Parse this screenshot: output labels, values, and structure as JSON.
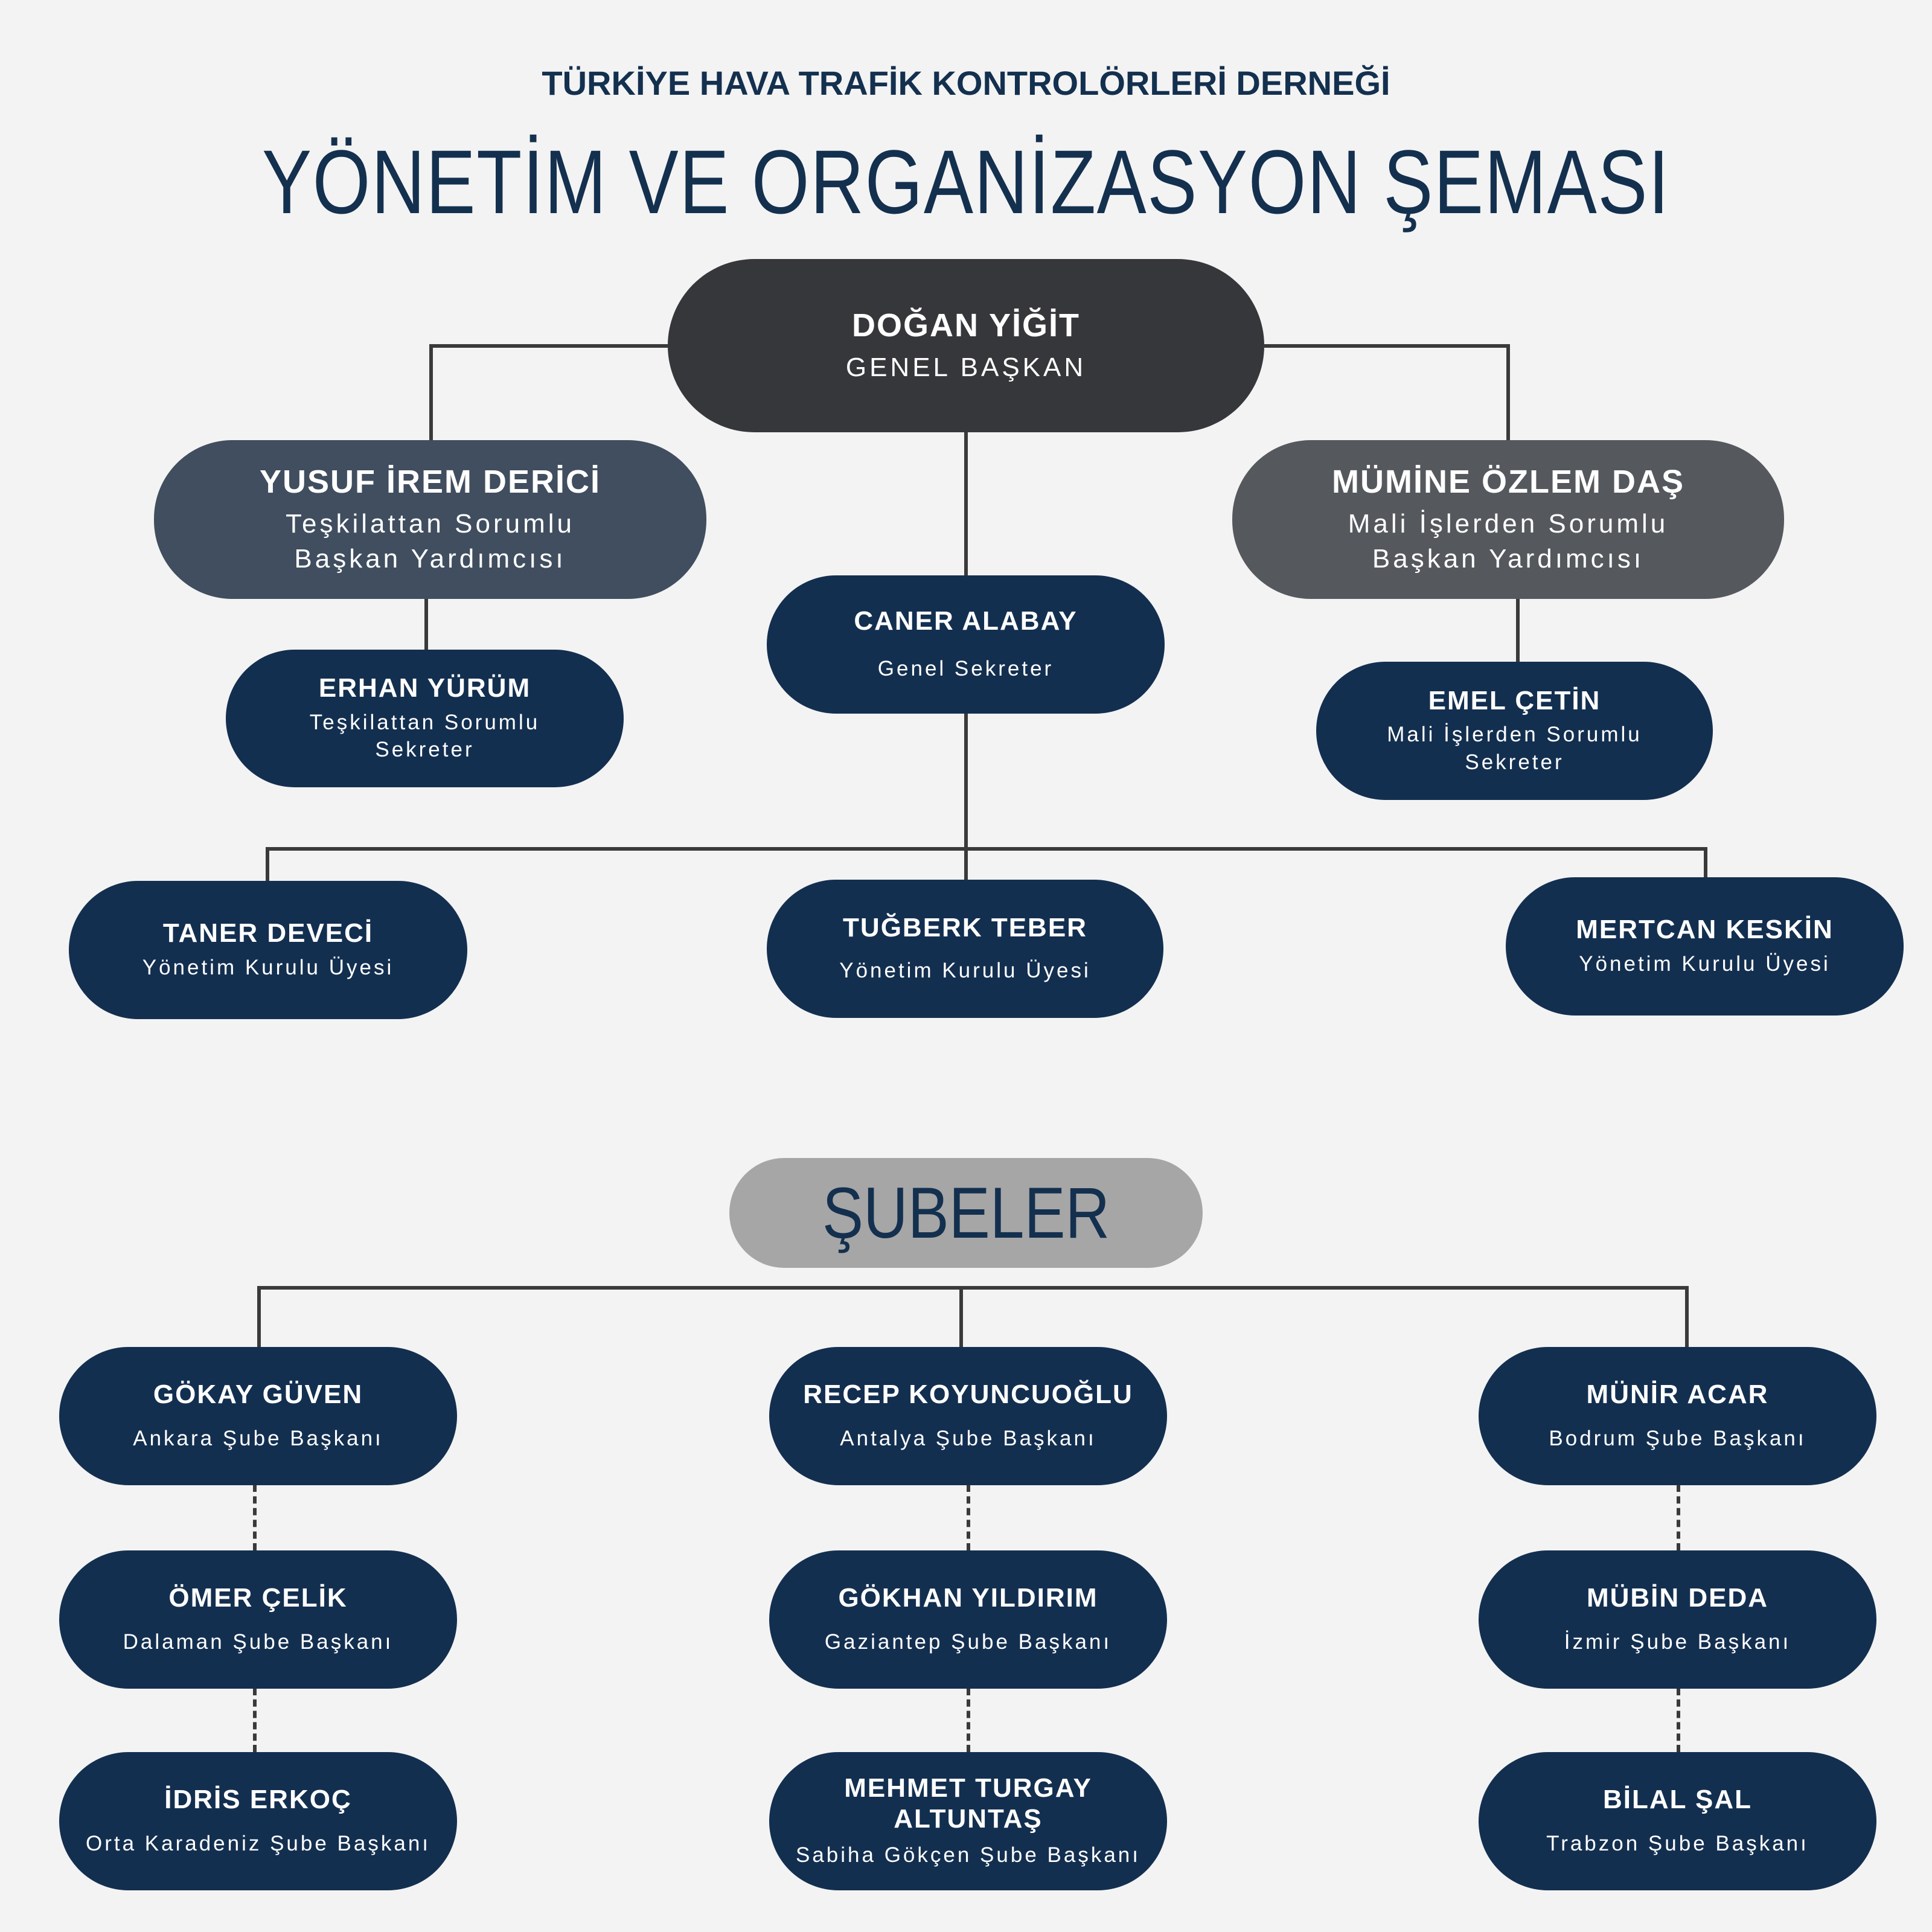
{
  "header": {
    "organization": "TÜRKİYE HAVA TRAFİK KONTROLÖRLERİ DERNEĞİ",
    "title": "YÖNETİM VE ORGANİZASYON ŞEMASI"
  },
  "board": {
    "president": {
      "name": "DOĞAN YİĞİT",
      "role": "GENEL BAŞKAN"
    },
    "vp_left": {
      "name": "YUSUF İREM DERİCİ",
      "role_line1": "Teşkilattan Sorumlu",
      "role_line2": "Başkan Yardımcısı"
    },
    "vp_right": {
      "name": "MÜMİNE ÖZLEM DAŞ",
      "role_line1": "Mali İşlerden Sorumlu",
      "role_line2": "Başkan Yardımcısı"
    },
    "secretary_left": {
      "name": "ERHAN YÜRÜM",
      "role_line1": "Teşkilattan Sorumlu",
      "role_line2": "Sekreter"
    },
    "general_secretary": {
      "name": "CANER ALABAY",
      "role": "Genel Sekreter"
    },
    "secretary_right": {
      "name": "EMEL ÇETİN",
      "role_line1": "Mali İşlerden Sorumlu",
      "role_line2": "Sekreter"
    },
    "members": [
      {
        "name": "TANER DEVECİ",
        "role": "Yönetim Kurulu Üyesi"
      },
      {
        "name": "TUĞBERK TEBER",
        "role": "Yönetim Kurulu Üyesi"
      },
      {
        "name": "MERTCAN KESKİN",
        "role": "Yönetim Kurulu Üyesi"
      }
    ]
  },
  "branches": {
    "label": "ŞUBELER",
    "columns": [
      [
        {
          "name": "GÖKAY GÜVEN",
          "role": "Ankara Şube Başkanı"
        },
        {
          "name": "ÖMER ÇELİK",
          "role": "Dalaman Şube Başkanı"
        },
        {
          "name": "İDRİS ERKOÇ",
          "role": "Orta Karadeniz Şube Başkanı"
        }
      ],
      [
        {
          "name": "RECEP KOYUNCUOĞLU",
          "role": "Antalya Şube Başkanı"
        },
        {
          "name": "GÖKHAN YILDIRIM",
          "role": "Gaziantep Şube Başkanı"
        },
        {
          "name": "MEHMET TURGAY ALTUNTAŞ",
          "role": "Sabiha Gökçen Şube Başkanı"
        }
      ],
      [
        {
          "name": "MÜNİR ACAR",
          "role": "Bodrum Şube Başkanı"
        },
        {
          "name": "MÜBİN DEDA",
          "role": "İzmir Şube Başkanı"
        },
        {
          "name": "BİLAL ŞAL",
          "role": "Trabzon Şube Başkanı"
        }
      ]
    ]
  },
  "colors": {
    "navy": "#132f50",
    "president": "#36373a",
    "vp_left": "#404e5f",
    "vp_right": "#55585d",
    "branches_label_bg": "#a6a6a6",
    "background": "#f3f3f3"
  }
}
